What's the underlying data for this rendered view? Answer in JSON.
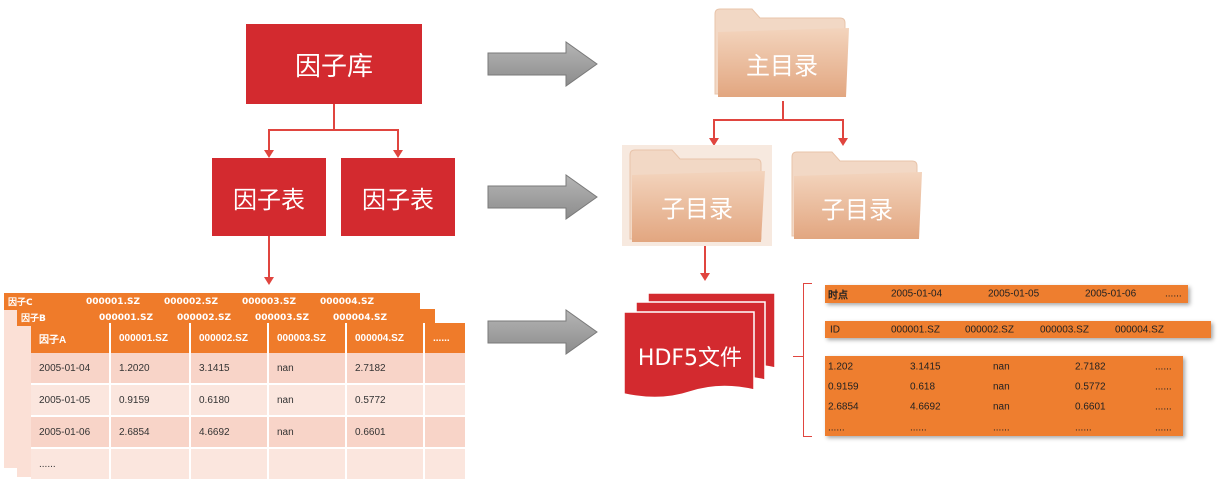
{
  "left": {
    "factor_library": "因子库",
    "factor_table_1": "因子表",
    "factor_table_2": "因子表"
  },
  "right": {
    "main_dir": "主目录",
    "sub_dir_1": "子目录",
    "sub_dir_2": "子目录",
    "hdf5_file": "HDF5文件"
  },
  "stack_back": {
    "c_name": "因子C",
    "b_name": "因子B",
    "c_cols": [
      "000001.SZ",
      "000002.SZ",
      "000003.SZ",
      "000004.SZ"
    ],
    "b_cols": [
      "000001.SZ",
      "000002.SZ",
      "000003.SZ",
      "000004.SZ"
    ]
  },
  "factor_table": {
    "headers": [
      "因子A",
      "000001.SZ",
      "000002.SZ",
      "000003.SZ",
      "000004.SZ",
      "......"
    ],
    "rows": [
      [
        "2005-01-04",
        "1.2020",
        "3.1415",
        "nan",
        "2.7182",
        ""
      ],
      [
        "2005-01-05",
        "0.9159",
        "0.6180",
        "nan",
        "0.5772",
        ""
      ],
      [
        "2005-01-06",
        "2.6854",
        "4.6692",
        "nan",
        "0.6601",
        ""
      ],
      [
        "......",
        "",
        "",
        "",
        "",
        ""
      ]
    ]
  },
  "hdf5_content": {
    "time_row": [
      "时点",
      "2005-01-04",
      "2005-01-05",
      "2005-01-06",
      "......"
    ],
    "id_row": [
      "ID",
      "000001.SZ",
      "000002.SZ",
      "000003.SZ",
      "000004.SZ"
    ],
    "data_rows": [
      [
        "1.202",
        "3.1415",
        "nan",
        "2.7182",
        "......"
      ],
      [
        "0.9159",
        "0.618",
        "nan",
        "0.5772",
        "......"
      ],
      [
        "2.6854",
        "4.6692",
        "nan",
        "0.6601",
        "......"
      ],
      [
        "......",
        "......",
        "......",
        "......",
        "......"
      ]
    ]
  },
  "colors": {
    "red": "#d32a2f",
    "orange": "#ef7b2a",
    "folder": "#efc5a8",
    "arrow_gray": "#9a9a9a"
  }
}
